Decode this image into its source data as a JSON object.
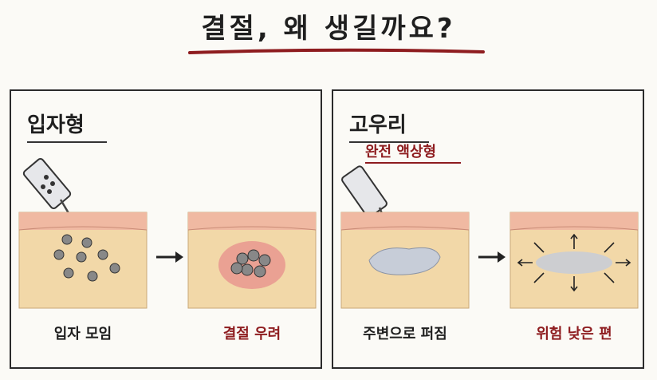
{
  "header": {
    "title": "결절, 왜 생길까요?"
  },
  "panels": [
    {
      "title": "입자형",
      "subtitle": "",
      "before_caption": "입자 모임",
      "after_caption": "결절 우려"
    },
    {
      "title": "고우리",
      "subtitle": "완전 액상형",
      "before_caption": "주변으로 퍼짐",
      "after_caption": "위험 낮은 편"
    }
  ],
  "colors": {
    "accent_red": "#8e1c1f",
    "skin_top": "#f0b9a2",
    "fat": "#f2d8a8",
    "liquid": "#c7cdd8"
  }
}
